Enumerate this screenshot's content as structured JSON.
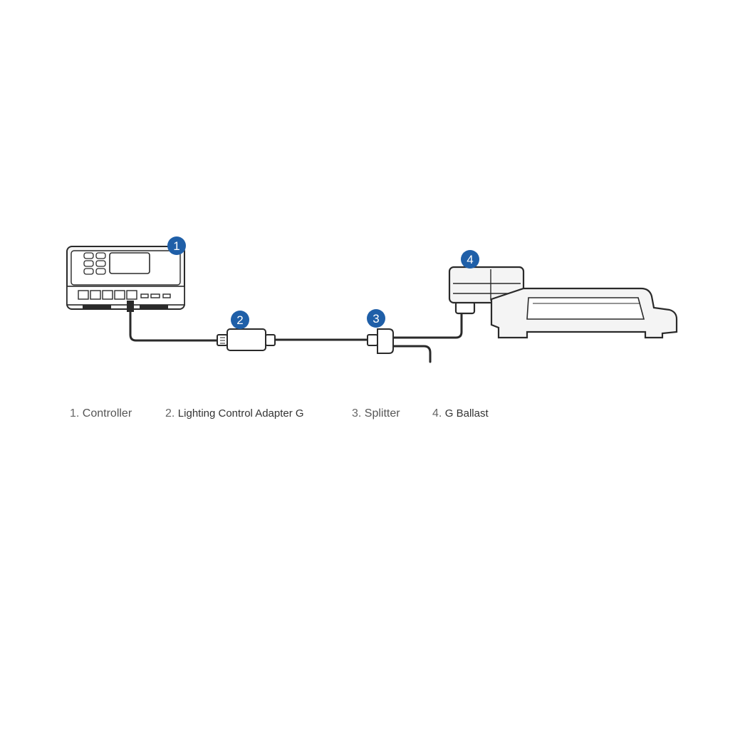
{
  "components": [
    {
      "num": "1",
      "caption_num": "1.",
      "caption": "Controller"
    },
    {
      "num": "2",
      "caption_num": "2.",
      "caption": "Lighting Control Adapter G"
    },
    {
      "num": "3",
      "caption_num": "3.",
      "caption": "Splitter"
    },
    {
      "num": "4",
      "caption_num": "4.",
      "caption": "G Ballast"
    }
  ],
  "colors": {
    "badge": "#1f5fa8",
    "line": "#2a2a2a",
    "device_fill": "#f4f4f4"
  }
}
